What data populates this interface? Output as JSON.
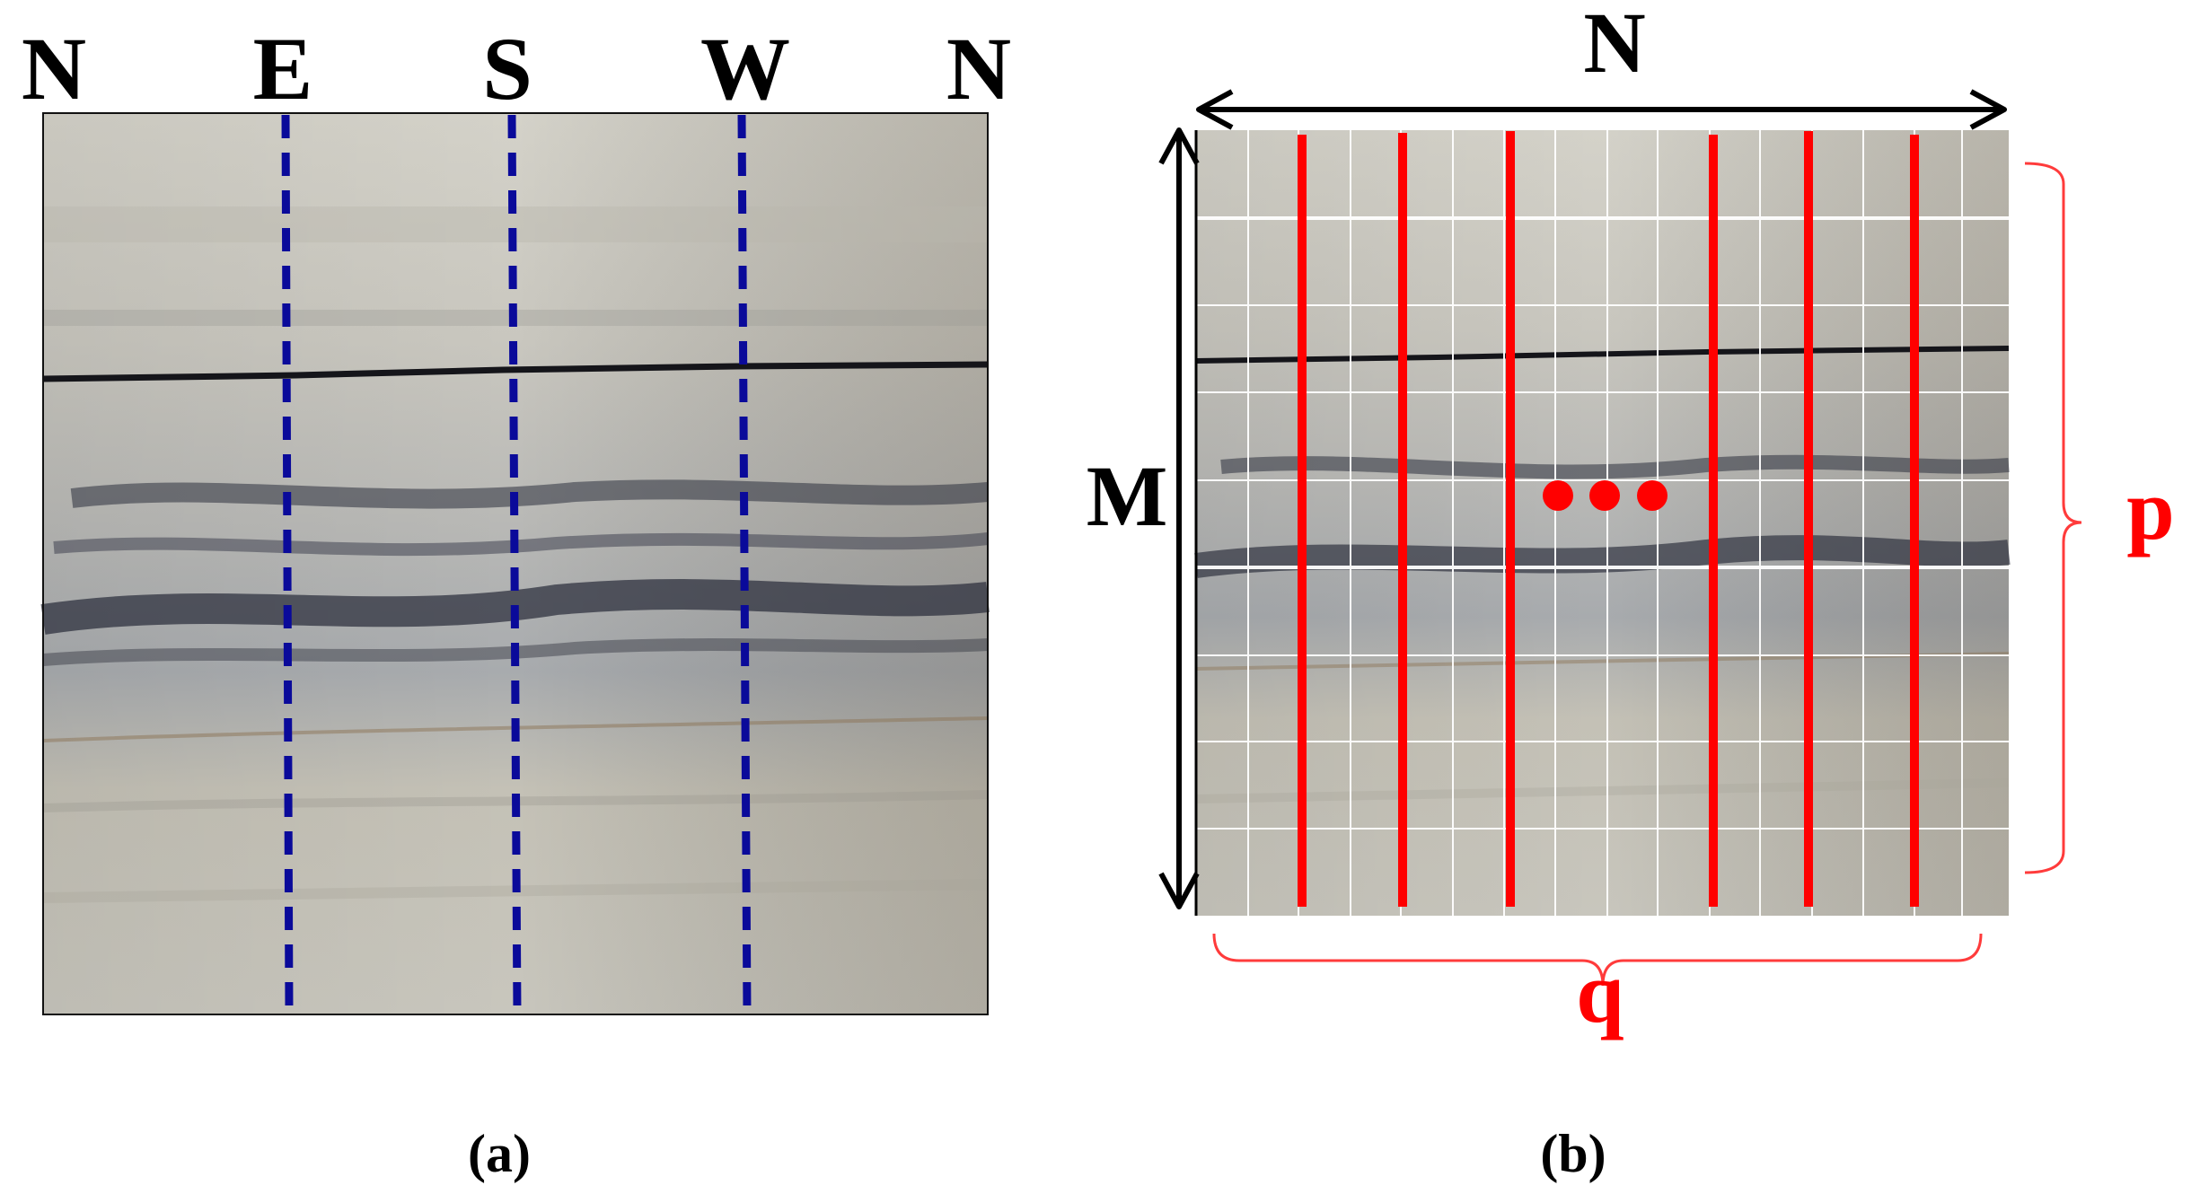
{
  "panel_a": {
    "directions": [
      "N",
      "E",
      "S",
      "W",
      "N"
    ],
    "caption": "(a)",
    "colors": {
      "divider": "#0a0a9a"
    }
  },
  "panel_b": {
    "width_label": "N",
    "height_label": "M",
    "row_label": "p",
    "column_label": "q",
    "caption": "(b)",
    "colors": {
      "highlight": "#ff0000",
      "grid": "#ffffff",
      "arrow": "#000000"
    }
  }
}
